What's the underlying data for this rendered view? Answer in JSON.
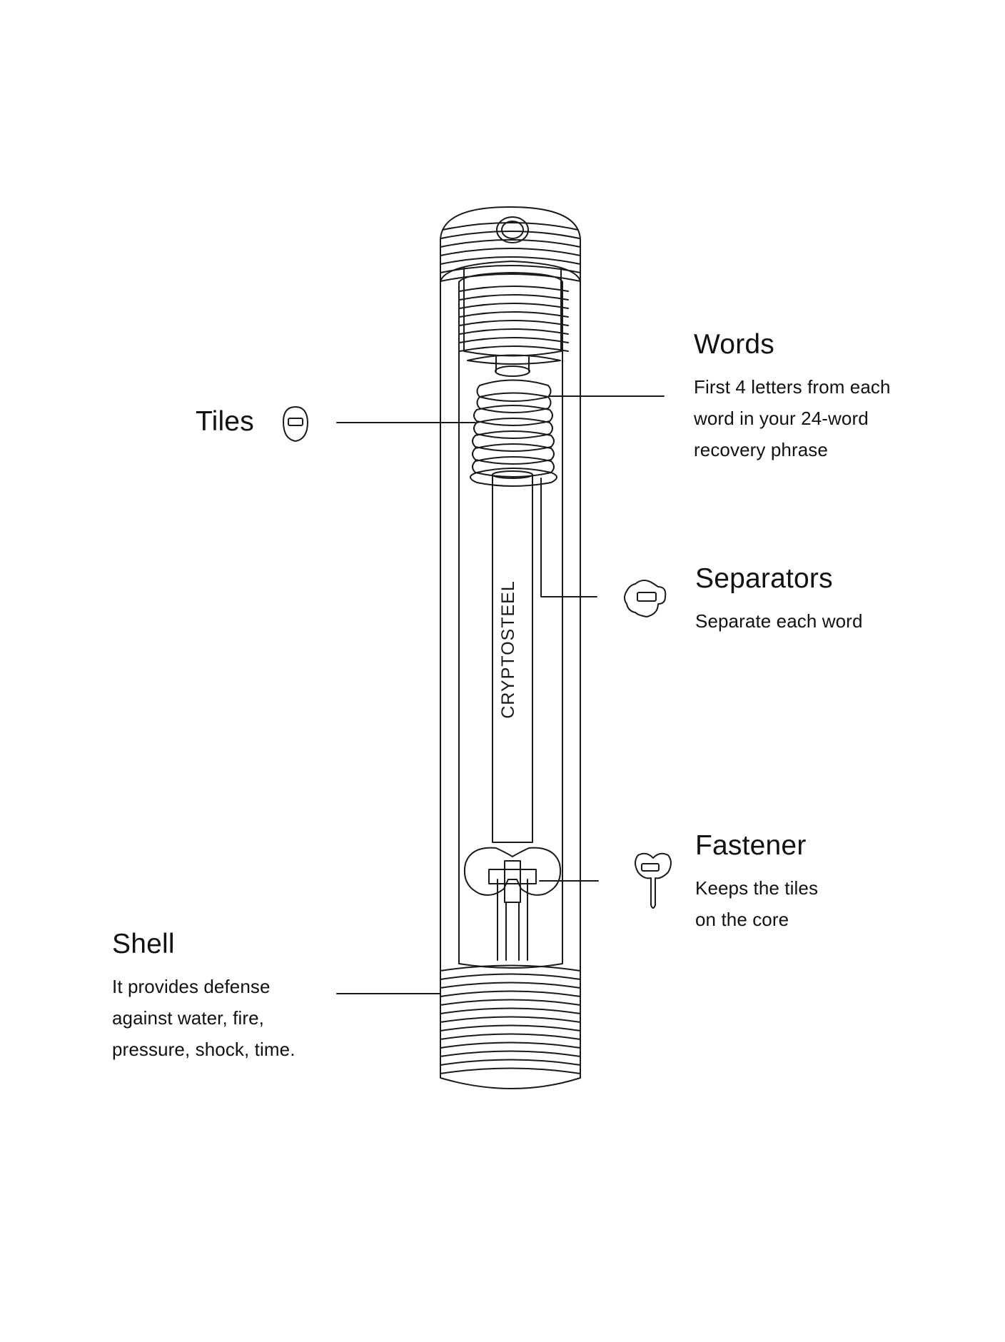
{
  "diagram": {
    "stroke_color": "#1a1a1a",
    "background": "#ffffff",
    "core_text": "CRYPTOSTEEL",
    "labels": {
      "tiles": {
        "title": "Tiles",
        "icon": "tile-icon"
      },
      "words": {
        "title": "Words",
        "lines": [
          "First 4 letters from each",
          "word in your 24-word",
          "recovery phrase"
        ]
      },
      "separators": {
        "title": "Separators",
        "lines": [
          "Separate each word"
        ],
        "icon": "separator-icon"
      },
      "fastener": {
        "title": "Fastener",
        "lines": [
          "Keeps the tiles",
          "on the core"
        ],
        "icon": "fastener-icon"
      },
      "shell": {
        "title": "Shell",
        "lines": [
          "It provides defense",
          "against water, fire,",
          "pressure, shock, time."
        ]
      }
    }
  }
}
